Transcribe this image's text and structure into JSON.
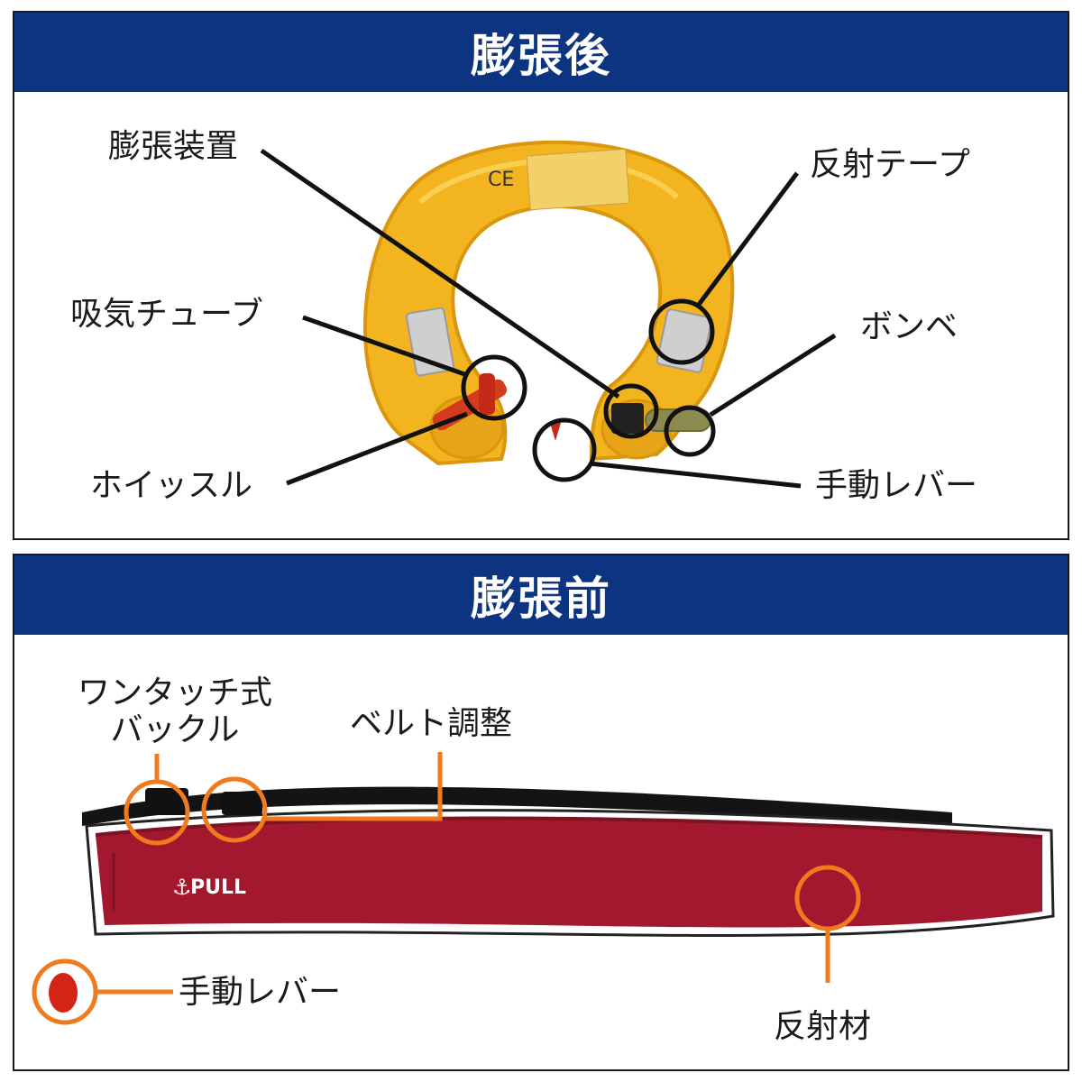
{
  "after": {
    "title": "膨張後",
    "labels": {
      "inflator": "膨張装置",
      "reflective_tape": "反射テープ",
      "inflation_tube": "吸気チューブ",
      "cylinder": "ボンベ",
      "whistle": "ホイッスル",
      "manual_lever": "手動レバー"
    },
    "product_mark": "CE",
    "colors": {
      "collar": "#f2b41f",
      "collar_shadow": "#d9960e",
      "callout": "#111111"
    }
  },
  "before": {
    "title": "膨張前",
    "labels": {
      "buckle_line1": "ワンタッチ式",
      "buckle_line2": "バックル",
      "belt_adjust": "ベルト調整",
      "manual_lever": "手動レバー",
      "reflective_material": "反射材"
    },
    "product_mark": "PULL",
    "colors": {
      "pouch": "#a3182e",
      "pouch_dark": "#7c1222",
      "callout": "#f07a1e"
    }
  },
  "colors": {
    "banner": "#0d3480",
    "banner_text": "#ffffff",
    "border": "#1a1a1a"
  }
}
